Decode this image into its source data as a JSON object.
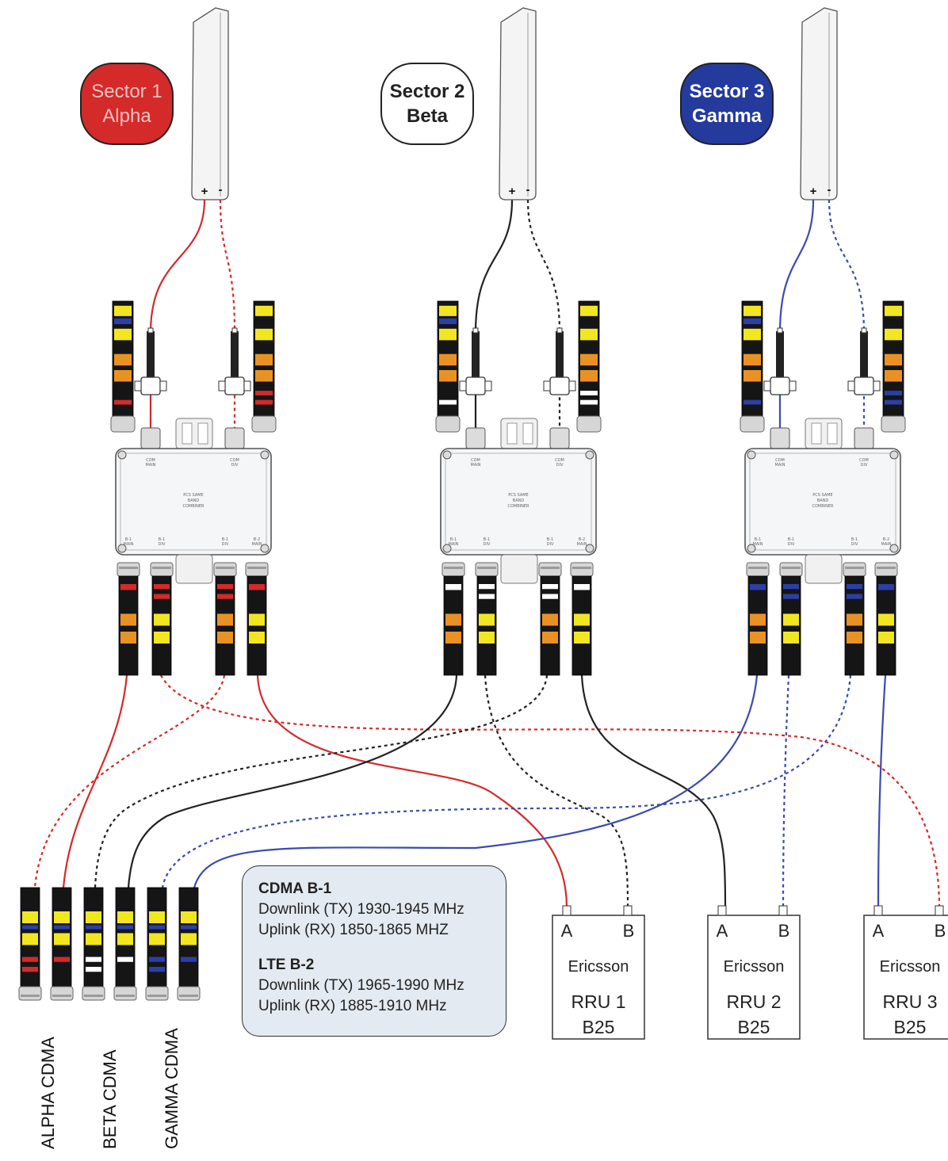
{
  "sectors": [
    {
      "line1": "Sector 1",
      "line2": "Alpha",
      "fill": "#d42a2a",
      "text_color": "#f7c0c0",
      "cable_color": "#d42a2a"
    },
    {
      "line1": "Sector 2",
      "line2": "Beta",
      "fill": "#ffffff",
      "text_color": "#222222",
      "cable_color": "#222222"
    },
    {
      "line1": "Sector 3",
      "line2": "Gamma",
      "fill": "#243a9c",
      "text_color": "#ffffff",
      "cable_color": "#3b4bb0"
    }
  ],
  "antenna_ports": {
    "plus": "+",
    "minus": "-"
  },
  "combiner": {
    "body_lines": [
      "PCS SAME",
      "BAND",
      "COMBINER"
    ],
    "top_ports": [
      [
        "COM",
        "MAIN"
      ],
      [
        "COM",
        "DIV"
      ]
    ],
    "bottom_ports": [
      [
        "B-1",
        "MAIN"
      ],
      [
        "B-1",
        "DIV"
      ],
      [
        "B-1",
        "DIV"
      ],
      [
        "B-2",
        "MAIN"
      ]
    ]
  },
  "legend": {
    "sections": [
      {
        "heading": "CDMA B-1",
        "lines": [
          "Downlink (TX) 1930-1945 MHz",
          "Uplink (RX) 1850-1865 MHZ"
        ]
      },
      {
        "heading": "LTE B-2",
        "lines": [
          "Downlink (TX) 1965-1990 MHz",
          "Uplink (RX) 1885-1910 MHz"
        ]
      }
    ]
  },
  "rrus": [
    {
      "port_a": "A",
      "port_b": "B",
      "vendor": "Ericsson",
      "name": "RRU 1",
      "band": "B25"
    },
    {
      "port_a": "A",
      "port_b": "B",
      "vendor": "Ericsson",
      "name": "RRU 2",
      "band": "B25"
    },
    {
      "port_a": "A",
      "port_b": "B",
      "vendor": "Ericsson",
      "name": "RRU 3",
      "band": "B25"
    }
  ],
  "cdma_labels": [
    "ALPHA CDMA",
    "BETA CDMA",
    "GAMMA CDMA"
  ],
  "colors": {
    "band_yellow": "#f2e620",
    "band_orange": "#e99224",
    "band_blue": "#2b3fa8",
    "band_red": "#d42a2a",
    "band_white": "#ffffff",
    "jumper_black": "#151515",
    "legend_fill": "#e3eaf1"
  }
}
